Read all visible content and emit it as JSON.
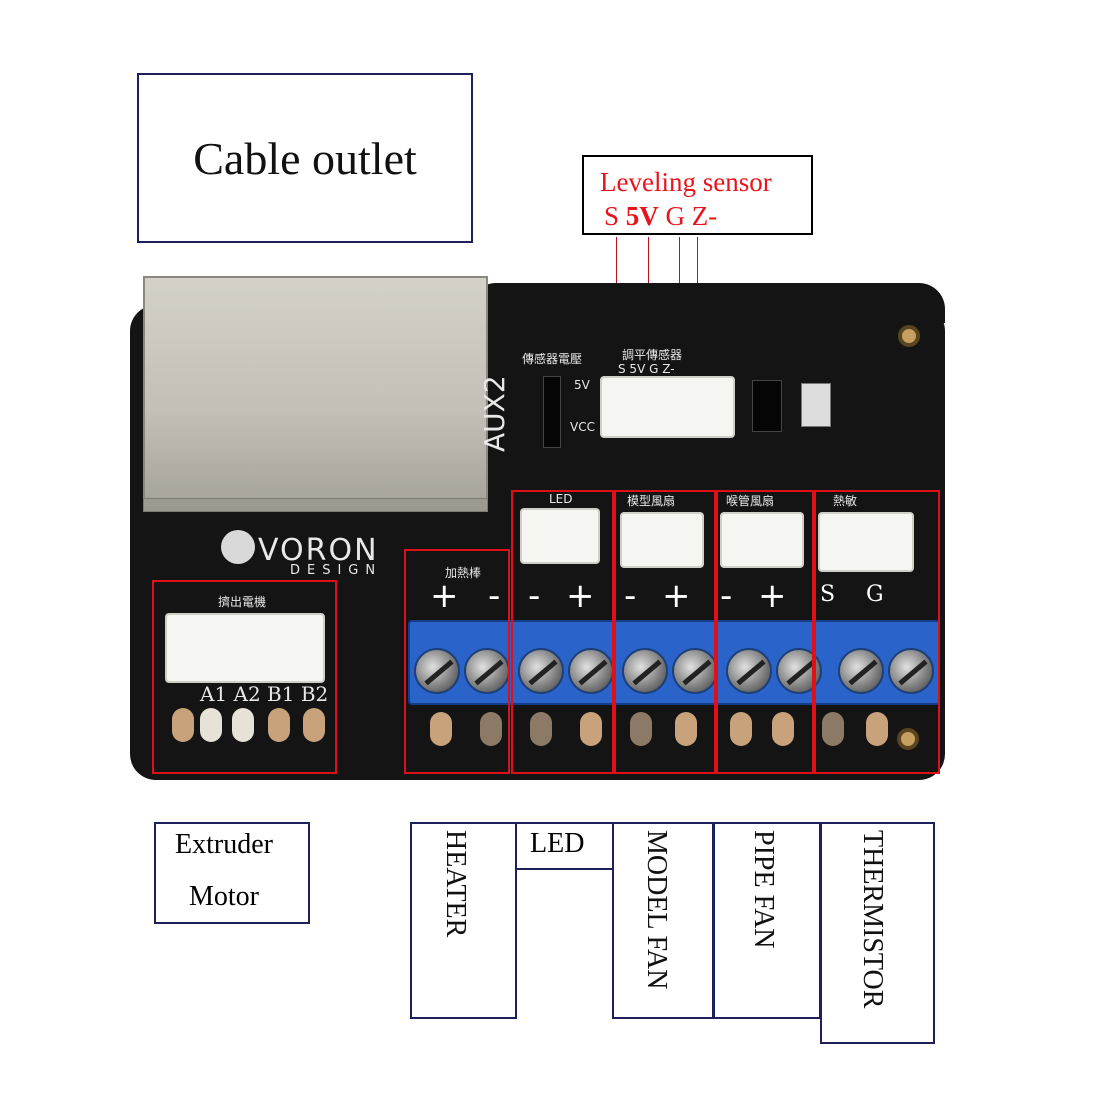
{
  "callouts": {
    "cable_outlet": "Cable outlet",
    "leveling_sensor": {
      "title": "Leveling sensor",
      "pin_s": "S",
      "pin_5v": "5V",
      "pin_g": "G",
      "pin_z": "Z-"
    }
  },
  "board": {
    "brand": "VORON",
    "brand_sub": "DESIGN",
    "aux_label": "AUX2",
    "silkscreen": {
      "sensor_voltage": "傳感器電壓",
      "leveling_sensor": "調平傳感器",
      "v5": "5V",
      "vcc": "VCC",
      "extruder_motor": "擠出電機",
      "heater": "加熱棒",
      "led": "LED",
      "model_fan": "模型風扇",
      "pipe_fan": "喉管風扇",
      "thermistor": "熱敏",
      "motor_pins": "A1 A2 B1 B2",
      "sensor_pins": "S 5V G Z-"
    },
    "polarity": {
      "heater": [
        "+",
        "-"
      ],
      "led": [
        "-",
        "+"
      ],
      "model_fan": [
        "-",
        "+"
      ],
      "pipe_fan": [
        "-",
        "+"
      ],
      "thermistor": [
        "S",
        "G"
      ]
    }
  },
  "labels": {
    "extruder_line1": "Extruder",
    "extruder_line2": "Motor",
    "heater": "HEATER",
    "led": "LED",
    "model_fan": "MODEL FAN",
    "pipe_fan": "PIPE FAN",
    "thermistor": "THERMISTOR"
  },
  "colors": {
    "highlight": "#e0101a",
    "callout_border": "#1f1f5c",
    "sensor_text": "#e8141c",
    "pcb": "#141414",
    "terminal": "#2a63c9"
  }
}
